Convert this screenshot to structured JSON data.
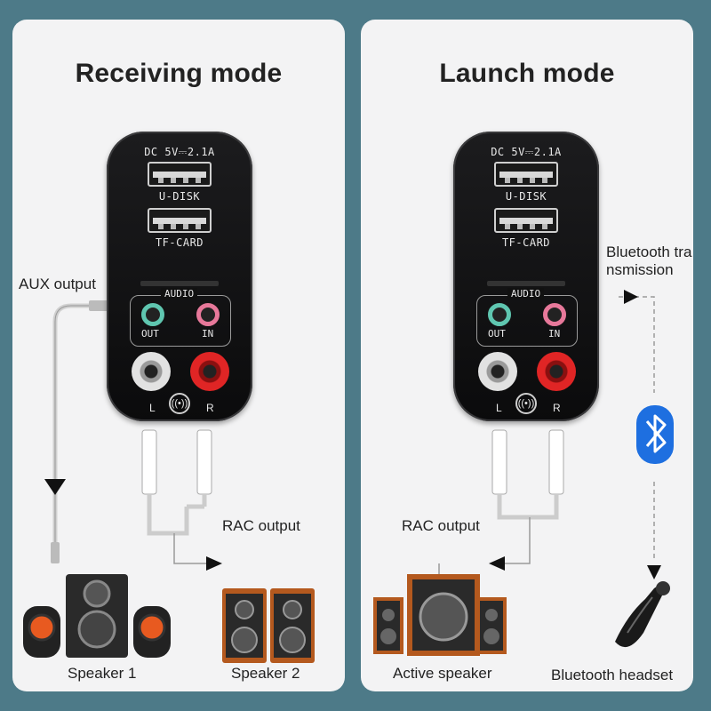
{
  "receiving": {
    "title": "Receiving mode",
    "aux_label": "AUX output",
    "rac_label": "RAC output",
    "speaker1": "Speaker 1",
    "speaker2": "Speaker 2"
  },
  "launch": {
    "title": "Launch mode",
    "bt_label_line1": "Bluetooth tra",
    "bt_label_line2": "nsmission",
    "rac_label": "RAC output",
    "active_speaker": "Active speaker",
    "bt_headset": "Bluetooth headset"
  },
  "device": {
    "dc_label": "DC 5V⎓2.1A",
    "udisk_label": "U-DISK",
    "tfcard_label": "TF-CARD",
    "audio_label": "AUDIO",
    "out_label": "OUT",
    "in_label": "IN",
    "l_label": "L",
    "r_label": "R",
    "bt_button_icon": "bluetooth-button-icon"
  },
  "colors": {
    "background": "#4d7a88",
    "panel": "#f3f3f4",
    "bluetooth_blue": "#1e6fe0",
    "wire": "#c9c9c9"
  }
}
